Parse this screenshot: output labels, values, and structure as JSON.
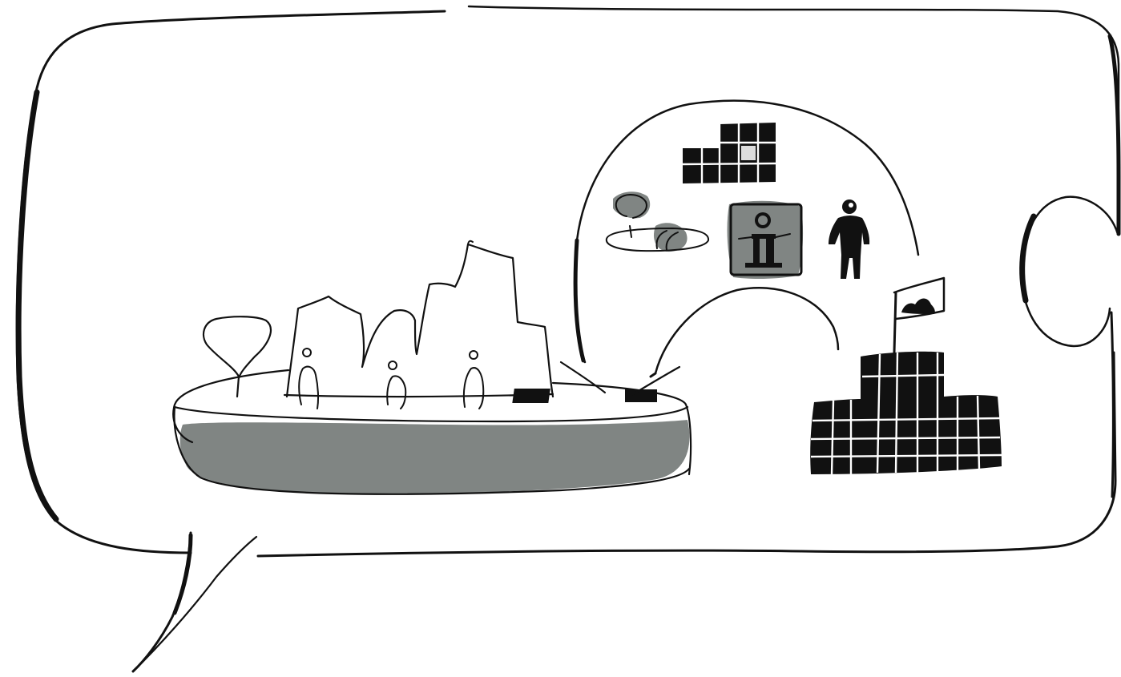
{
  "palette": {
    "ink": "#111111",
    "shade": "#808583",
    "paper": "#ffffff"
  },
  "scene": {
    "speech_bubble": "speech-bubble",
    "platform": "floating-platform",
    "buildings": "concert-hall-silhouette",
    "people": [
      "person-1",
      "person-2",
      "person-3"
    ],
    "thought_arch": "arch-thought-cloud",
    "icons": [
      "solar-panel-icon",
      "pond-tree-icon",
      "information-board-icon",
      "standing-person-icon",
      "flag-icon",
      "solar-block-icon"
    ]
  }
}
